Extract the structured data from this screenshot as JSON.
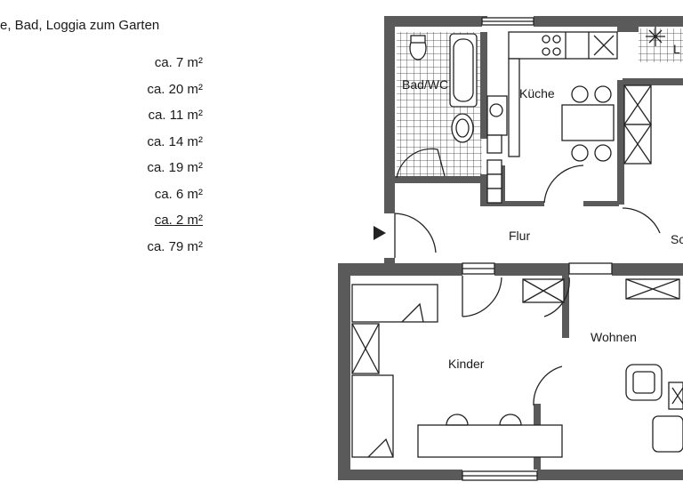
{
  "description": "e, Bad, Loggia zum Garten",
  "areas": [
    "ca.  7 m²",
    "ca. 20 m²",
    "ca. 11 m²",
    "ca. 14 m²",
    "ca. 19 m²",
    "ca.  6 m²",
    "ca.  2 m²",
    "ca. 79 m²"
  ],
  "rooms": {
    "bad": "Bad/WC",
    "kueche": "Küche",
    "flur": "Flur",
    "kinder": "Kinder",
    "wohnen": "Wohnen",
    "schlafen_partial": "Sc",
    "loggia_partial": "L"
  }
}
